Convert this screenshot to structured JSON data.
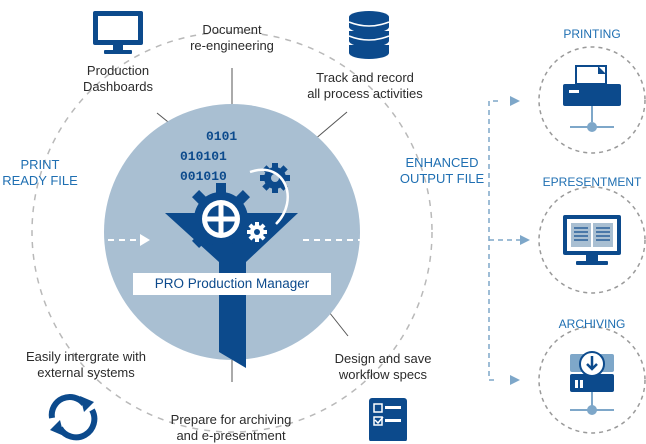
{
  "center": {
    "title": "PRO Production Manager",
    "binary": [
      "0101",
      "010101",
      "001010"
    ]
  },
  "spokes": {
    "production_dashboards": "Production\nDashboards",
    "document_reengineering": "Document\nre-engineering",
    "track_record": "Track and record\nall process activities",
    "integrate": "Easily intergrate with\nexternal systems",
    "archiving_prep": "Prepare for archiving\nand e-presentment",
    "design_specs": "Design and save\nworkflow specs"
  },
  "flow": {
    "input": "PRINT\nREADY FILE",
    "output": "ENHANCED\nOUTPUT FILE"
  },
  "outputs": [
    {
      "label": "PRINTING",
      "icon": "printer-icon"
    },
    {
      "label": "EPRESENTMENT",
      "icon": "monitor-book-icon"
    },
    {
      "label": "ARCHIVING",
      "icon": "server-download-icon"
    }
  ],
  "icons": [
    "monitor-icon",
    "database-icon",
    "refresh-icon",
    "checklist-icon",
    "funnel-icon",
    "gear-icon"
  ],
  "colors": {
    "accent": "#1f6fb2",
    "navy": "#0c4a8c",
    "circle_fill": "#a9bfd2",
    "dashed_gray": "#b9b9b9",
    "output_dash": "#7ea7c9"
  }
}
